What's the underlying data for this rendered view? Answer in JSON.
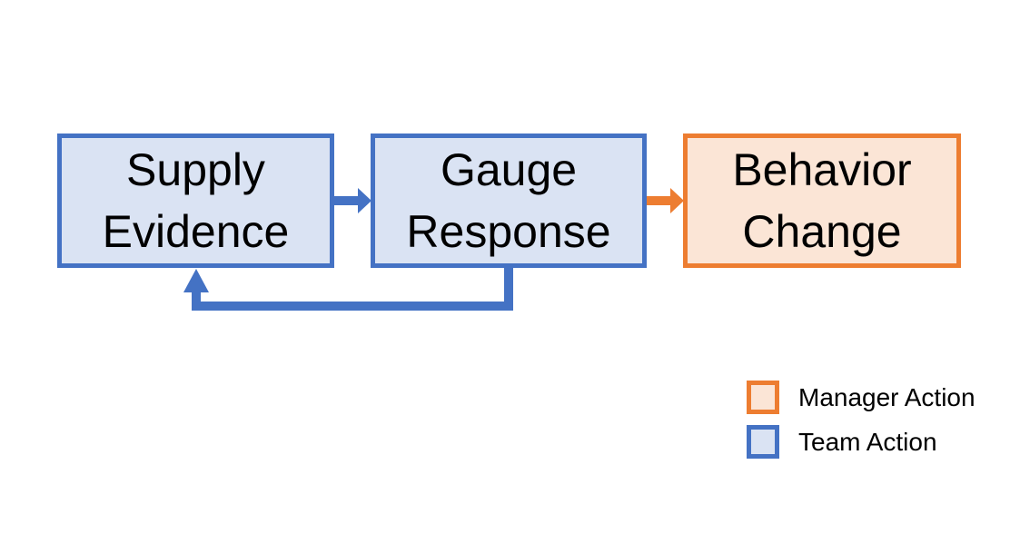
{
  "diagram": {
    "nodes": [
      {
        "id": "supply-evidence",
        "lines": [
          "Supply",
          "Evidence"
        ],
        "role": "team",
        "fill": "#DAE3F3",
        "border": "#4472C4"
      },
      {
        "id": "gauge-response",
        "lines": [
          "Gauge",
          "Response"
        ],
        "role": "team",
        "fill": "#DAE3F3",
        "border": "#4472C4"
      },
      {
        "id": "behavior-change",
        "lines": [
          "Behavior",
          "Change"
        ],
        "role": "manager",
        "fill": "#FBE5D6",
        "border": "#ED7D31"
      }
    ],
    "connectors": [
      {
        "from": "supply-evidence",
        "to": "gauge-response",
        "shape": "right-arrow",
        "color": "#4472C4"
      },
      {
        "from": "gauge-response",
        "to": "behavior-change",
        "shape": "right-arrow",
        "color": "#ED7D31"
      },
      {
        "from": "gauge-response",
        "to": "supply-evidence",
        "shape": "feedback-loop-up-arrow",
        "color": "#4472C4"
      }
    ]
  },
  "legend": {
    "items": [
      {
        "label": "Manager Action",
        "swatch_fill": "#FBE5D6",
        "swatch_border": "#ED7D31"
      },
      {
        "label": "Team Action",
        "swatch_fill": "#DAE3F3",
        "swatch_border": "#4472C4"
      }
    ]
  },
  "colors": {
    "team_fill": "#DAE3F3",
    "team_border": "#4472C4",
    "manager_fill": "#FBE5D6",
    "manager_border": "#ED7D31",
    "text": "#000000",
    "background": "#FFFFFF"
  }
}
